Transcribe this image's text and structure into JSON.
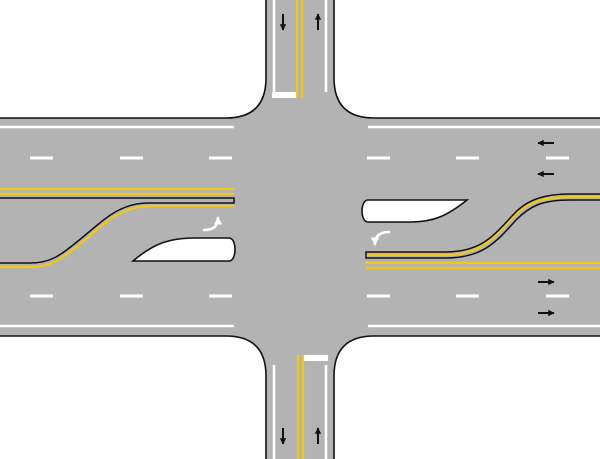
{
  "diagram": {
    "subject": "intersection",
    "colors": {
      "background": "#ffffff",
      "pavement": "#b3b3b3",
      "edge_line": "#ffffff",
      "center_line": "#f2c71a",
      "curb_outline": "#111111",
      "lane_dash": "#ffffff",
      "arrow": "#111111",
      "turn_arrow": "#ffffff",
      "stop_bar": "#ffffff"
    },
    "roads": [
      {
        "id": "east-west",
        "orientation": "horizontal",
        "lanes": 4
      },
      {
        "id": "north-south",
        "orientation": "vertical",
        "lanes": 2
      }
    ],
    "lane_arrows": [
      {
        "id": "north-approach-southbound",
        "icon": "arrow-down-icon"
      },
      {
        "id": "north-approach-northbound",
        "icon": "arrow-up-icon"
      },
      {
        "id": "south-approach-southbound",
        "icon": "arrow-down-icon"
      },
      {
        "id": "south-approach-northbound",
        "icon": "arrow-up-icon"
      },
      {
        "id": "east-approach-westbound-1",
        "icon": "arrow-left-icon"
      },
      {
        "id": "east-approach-westbound-2",
        "icon": "arrow-left-icon"
      },
      {
        "id": "east-exit-eastbound-1",
        "icon": "arrow-right-icon"
      },
      {
        "id": "east-exit-eastbound-2",
        "icon": "arrow-right-icon"
      },
      {
        "id": "west-left-turn",
        "icon": "u-turn-arrow-icon"
      },
      {
        "id": "east-left-turn",
        "icon": "u-turn-arrow-icon"
      }
    ],
    "islands": [
      {
        "id": "west-median-island"
      },
      {
        "id": "east-median-island"
      }
    ]
  }
}
